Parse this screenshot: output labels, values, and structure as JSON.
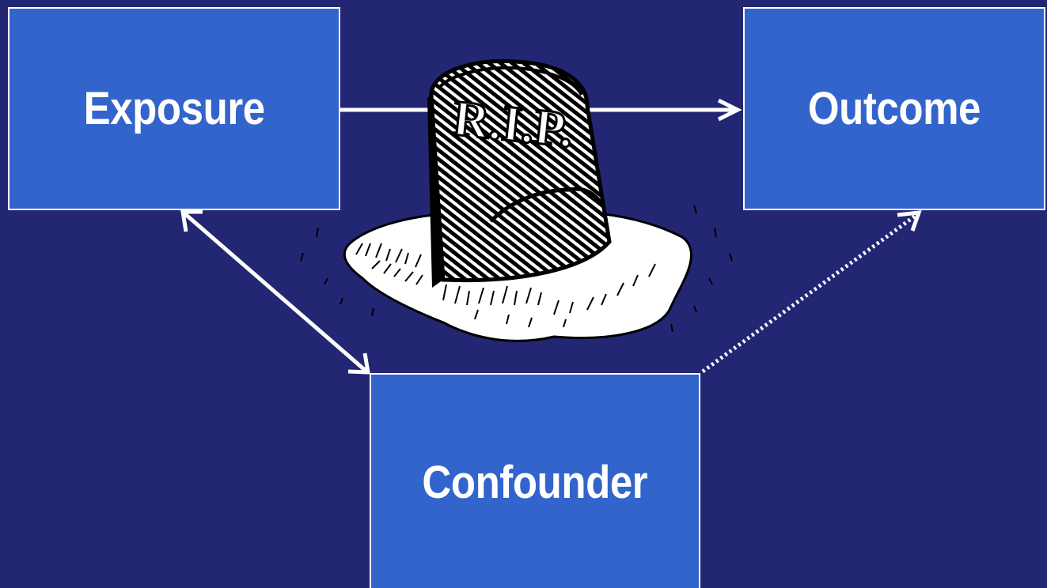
{
  "nodes": {
    "exposure": "Exposure",
    "outcome": "Outcome",
    "confounder": "Confounder"
  },
  "tombstone": {
    "inscription": "R.I.P."
  },
  "colors": {
    "background": "#232673",
    "box_fill": "#3264cc",
    "stroke": "#ffffff"
  },
  "edges": [
    {
      "from": "exposure",
      "to": "outcome",
      "style": "solid",
      "direction": "forward"
    },
    {
      "from": "exposure",
      "to": "confounder",
      "style": "solid",
      "direction": "both"
    },
    {
      "from": "confounder",
      "to": "outcome",
      "style": "dotted",
      "direction": "forward"
    }
  ]
}
